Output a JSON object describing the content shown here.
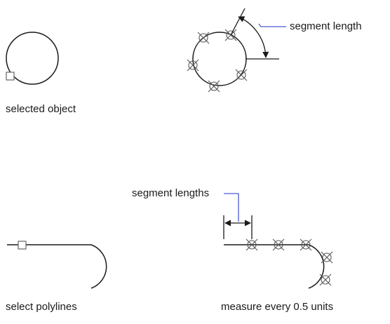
{
  "labels": {
    "selected_object": "selected object",
    "segment_length": "segment length",
    "segment_lengths": "segment lengths",
    "select_polylines": "select polylines",
    "measure_every": "measure every 0.5 units"
  },
  "colors": {
    "stroke": "#1a1a1a",
    "leader": "#4a5bd6",
    "marker": "#555555"
  }
}
